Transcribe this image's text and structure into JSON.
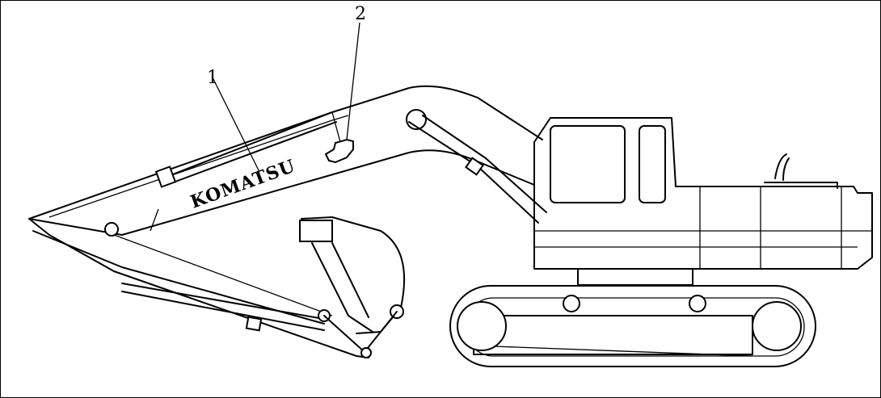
{
  "callouts": [
    {
      "label": "1"
    },
    {
      "label": "2"
    }
  ],
  "decal": {
    "text": "KOMATSU"
  },
  "colors": {
    "line": "#000000",
    "background": "#ffffff"
  }
}
